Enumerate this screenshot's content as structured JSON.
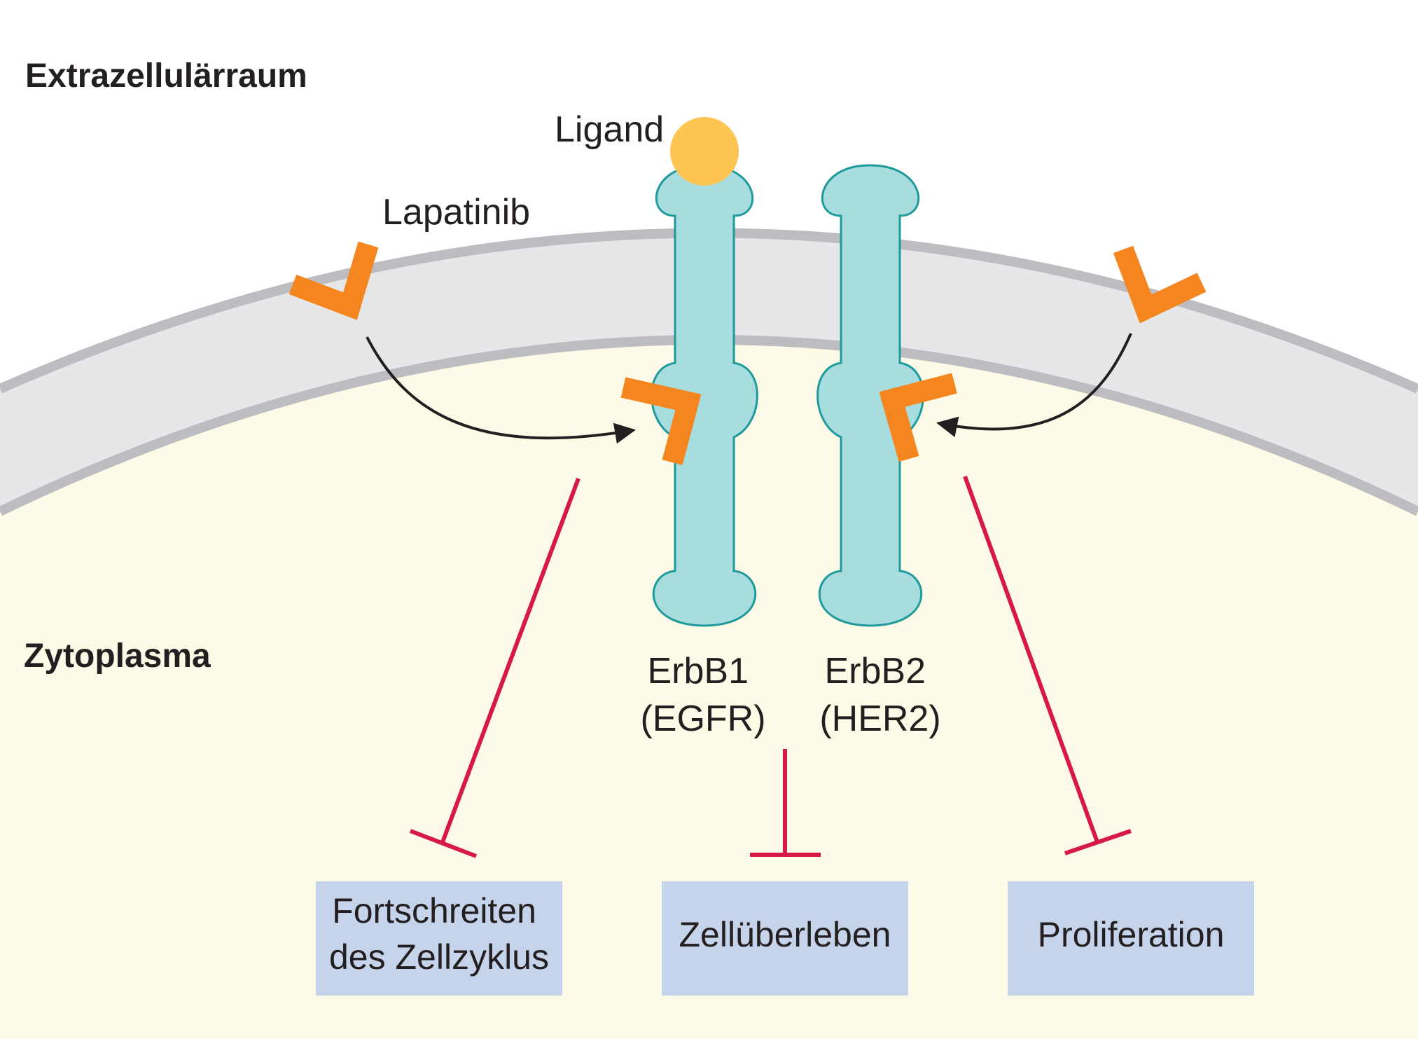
{
  "regions": {
    "extracellular": "Extrazellulärraum",
    "cytoplasm": "Zytoplasma"
  },
  "molecules": {
    "ligand": "Ligand",
    "lapatinib": "Lapatinib"
  },
  "receptors": [
    {
      "line1": "ErbB1",
      "line2": "(EGFR)"
    },
    {
      "line1": "ErbB2",
      "line2": "(HER2)"
    }
  ],
  "outcomes": [
    {
      "line1": "Fortschreiten",
      "line2": "des Zellzyklus"
    },
    {
      "line1": "Zellüberleben"
    },
    {
      "line1": "Proliferation"
    }
  ],
  "colors": {
    "cytoplasm": "#fdfbe8",
    "membrane": "#e6e7e9",
    "membrane_edge": "#bcbdc0",
    "receptor_fill": "#a8dde0",
    "receptor_stroke": "#1f9a9a",
    "ligand": "#ffc552",
    "lapatinib": "#f5861f",
    "inhibition": "#d7194a",
    "arrow": "#231f20",
    "outcome_box": "#c5d3eb"
  }
}
